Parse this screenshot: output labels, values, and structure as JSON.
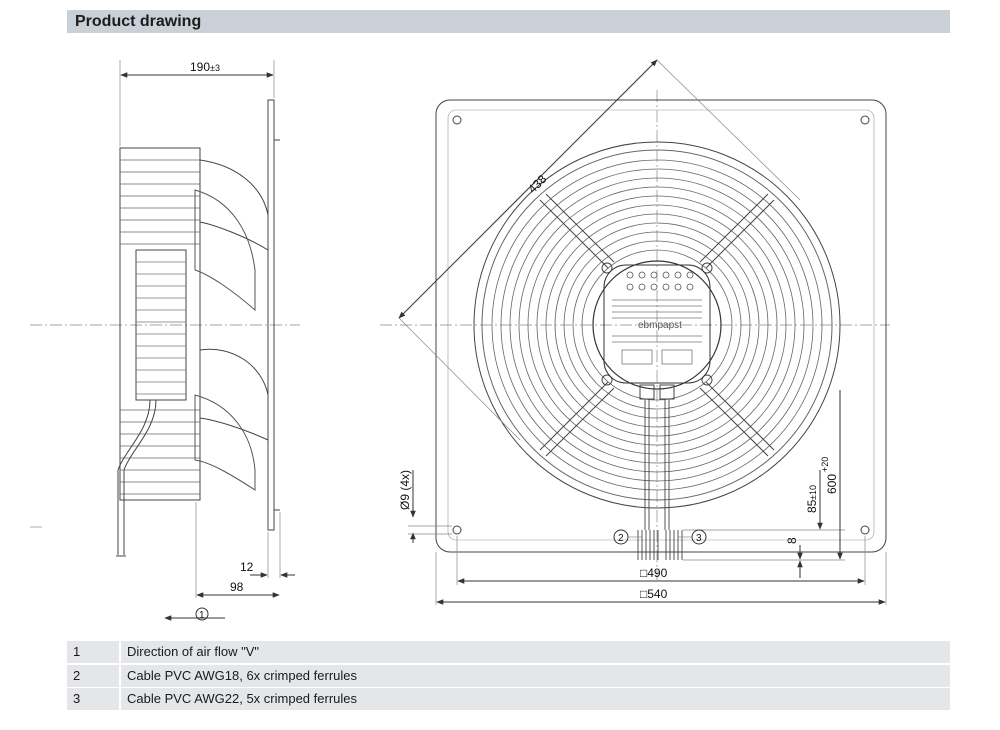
{
  "header": {
    "title": "Product drawing"
  },
  "side_view": {
    "dim_depth": "190",
    "dim_depth_tol": "±3",
    "dim_flange": "12",
    "dim_offset": "98",
    "callout_airflow": "1"
  },
  "front_view": {
    "dim_diagonal": "438",
    "dim_hole": "Ø9 (4x)",
    "dim_hole_spacing": "□490",
    "dim_plate": "□540",
    "dim_cable_length": "600",
    "dim_cable_length_tol": "+20",
    "dim_cable_free": "85",
    "dim_cable_free_tol": "±10",
    "dim_cable_small": "8",
    "callout_cable_a": "2",
    "callout_cable_b": "3",
    "brand_label": "ebmpapst"
  },
  "legend": [
    {
      "num": "1",
      "desc": "Direction of air flow \"V\""
    },
    {
      "num": "2",
      "desc": "Cable PVC AWG18, 6x crimped ferrules"
    },
    {
      "num": "3",
      "desc": "Cable PVC AWG22, 5x crimped ferrules"
    }
  ],
  "colors": {
    "header_bg": "#c9d0d8",
    "legend_bg": "#e4e6e9",
    "line": "#444444"
  }
}
